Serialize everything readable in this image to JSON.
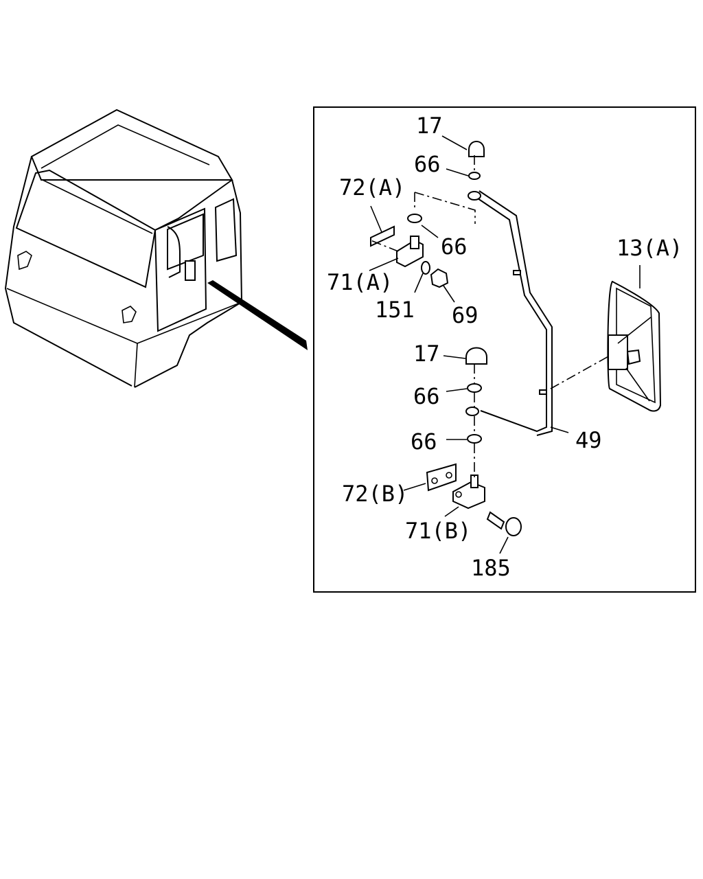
{
  "callouts": {
    "nut_top": "17",
    "washer_top": "66",
    "bracket_plate_a": "72(A)",
    "washer_a": "66",
    "bracket_a": "71(A)",
    "washer_151": "151",
    "nut_69": "69",
    "mirror": "13(A)",
    "nut_mid": "17",
    "washer_mid": "66",
    "stay": "49",
    "washer_low": "66",
    "bracket_plate_b": "72(B)",
    "bracket_b": "71(B)",
    "bolt": "185"
  },
  "colors": {
    "ink": "#000000",
    "paper": "#ffffff"
  }
}
